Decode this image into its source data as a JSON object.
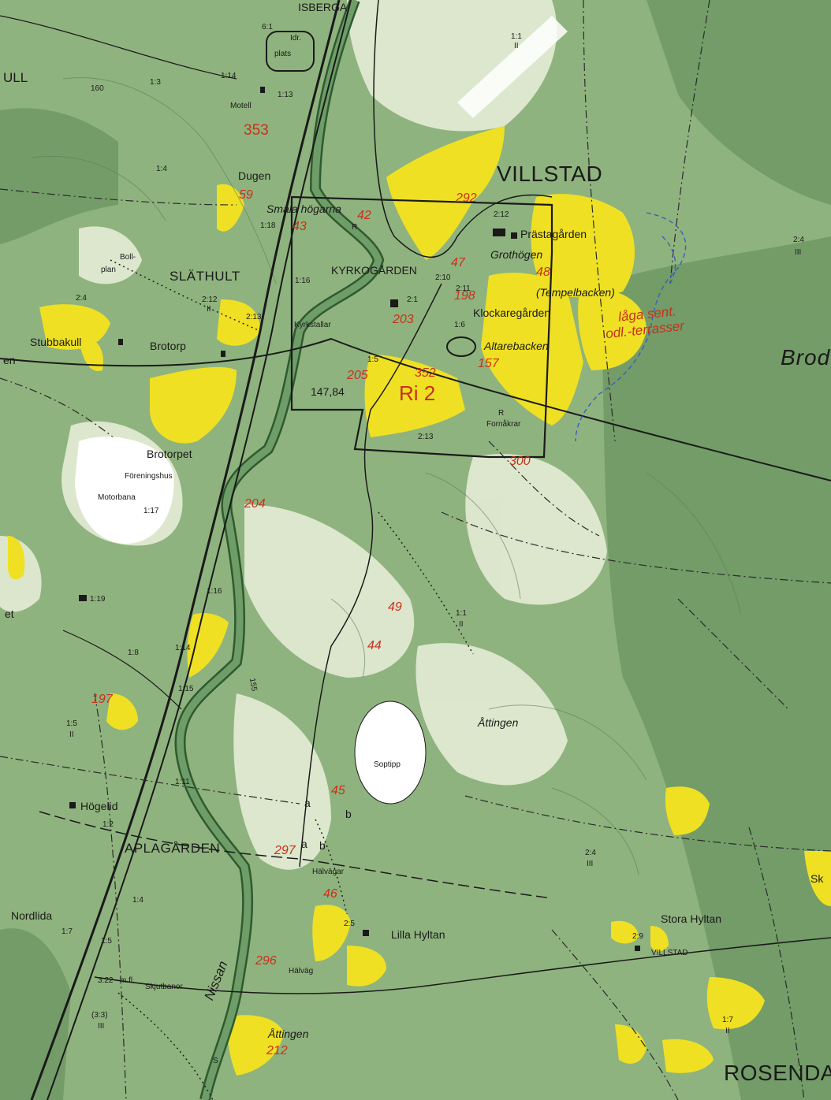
{
  "map": {
    "colors": {
      "forest": "#8fb37e",
      "forest_dark": "#6f9864",
      "open_land": "#e4ecd6",
      "field": "#efe024",
      "road": "#1a1a1a",
      "river": "#5a8f5a",
      "annotation_red": "#c9301c",
      "water_blue": "#3a5fbf"
    },
    "labels": {
      "villstad": "VILLSTAD",
      "rosenda": "ROSENDA",
      "brod": "Brod",
      "ull": "ULL",
      "isberga": "ISBERGA",
      "slathult": "SLÄTHULT",
      "aplagarden": "APLAGÅRDEN",
      "kyrkogarden": "KYRKOGÅRDEN",
      "prastagarden": "Prästagården",
      "grothogen": "Grothögen",
      "tempelbacken": "(Tempelbacken)",
      "klockaregarden": "Klockaregården",
      "altarebacken": "Altarebacken",
      "fornakrar": "Fornåkrar",
      "kyrkstallar": "Kyrkstallar",
      "smala_hogarna": "Smala högarna",
      "dugen": "Dugen",
      "motell": "Motell",
      "idr_plats": "Idr.",
      "plats": "plats",
      "bollplan_1": "Boll-",
      "bollplan_2": "plan",
      "stubbakull": "Stubbakull",
      "brotorp": "Brotorp",
      "brotorpet": "Brotorpet",
      "foreningshus": "Föreningshus",
      "motorbana": "Motorbana",
      "attingen_1": "Åttingen",
      "attingen_2": "Åttingen",
      "soptipp": "Soptipp",
      "hogelid": "Högelid",
      "nordlida": "Nordlida",
      "halvagar": "Hälvägar",
      "halvag": "Hälväg",
      "lilla_hyltan": "Lilla Hyltan",
      "stora_hyltan": "Stora Hyltan",
      "villstad_small": "VILLSTAD",
      "skjutbanor": "Skjutbanor",
      "nissan": "Nissan",
      "sk": "Sk",
      "et": "et",
      "en": "en",
      "elev_14784": "147,84",
      "annot_1": "låga sent.",
      "annot_2": "odl.-terrasser",
      "ri2": "Ri 2",
      "c160": "160",
      "c155": "155",
      "s_mark": "S",
      "r1": "R",
      "r2": "R"
    },
    "parcels": {
      "p61": "6:1",
      "p11a": "1:1",
      "p11a_r": "II",
      "p13": "1:3",
      "p114": "1:14",
      "p113": "1:13",
      "p14": "1:4",
      "p118": "1:18",
      "p116a": "1:16",
      "p212": "2:12",
      "p212_r": "II",
      "p213a": "2:13",
      "p24a": "2:4",
      "p21": "2:1",
      "p210": "2:10",
      "p211": "2:11",
      "p16": "1:6",
      "p15a": "1:5",
      "p212b": "2:12",
      "p213b": "2:13",
      "p24b": "2:4",
      "p24b_r": "III",
      "p117": "1:17",
      "p119": "1:19",
      "p116b": "1:16",
      "p11b": "1:1",
      "p11b_r": "II",
      "p18": "1:8",
      "p114b": "1:14",
      "p115": "1:15",
      "p15b": "1:5",
      "p15b_r": "II",
      "p111": "1:11",
      "p12": "1:2",
      "p14b": "1:4",
      "p17a": "1:7",
      "p15c": "1:5",
      "p322": "3:22",
      "p322_m": "m.fl.",
      "p33": "(3:3)",
      "p33_r": "III",
      "p25": "2:5",
      "p24c": "2:4",
      "p24c_r": "III",
      "p29": "2:9",
      "p17b": "1:7",
      "p17b_r": "II"
    },
    "site_numbers": {
      "n353": "353",
      "n59": "59",
      "n42": "42",
      "n43": "43",
      "n292": "292",
      "n47": "47",
      "n48": "48",
      "n198": "198",
      "n203": "203",
      "n157": "157",
      "n205": "205",
      "n352": "352",
      "n300": "300",
      "n204": "204",
      "n49": "49",
      "n44": "44",
      "n197": "197",
      "n45": "45",
      "n297": "297",
      "n46": "46",
      "n296": "296",
      "n212": "212"
    },
    "symbols": {
      "a1": "a",
      "b1": "b",
      "a2": "a",
      "b2": "b"
    }
  }
}
